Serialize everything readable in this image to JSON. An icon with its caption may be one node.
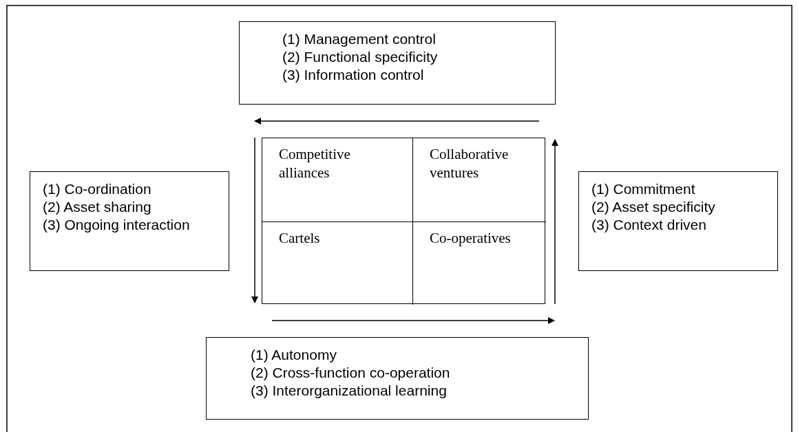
{
  "diagram": {
    "nodes": [
      {
        "text": [
          "(1)  Management control",
          "(2)  Functional specificity",
          "(3)  Information control"
        ]
      },
      {
        "text": [
          "(1) Co-ordination",
          "(2) Asset sharing",
          "(3) Ongoing interaction"
        ]
      },
      {
        "text": [],
        "shape": "box"
      },
      {
        "text": [
          "Competitive alliances"
        ],
        "in": 2
      },
      {
        "text": [
          "Collaborative ventures"
        ],
        "in": 2
      },
      {
        "text": [
          "Cartels"
        ],
        "in": 2
      },
      {
        "text": [
          "Co-operatives"
        ],
        "in": 2
      },
      {
        "text": [
          "(1) Commitment",
          "(2) Asset specificity",
          "(3) Context driven"
        ]
      },
      {
        "text": [
          "(1)  Autonomy",
          "(2)  Cross-function co-operation",
          "(3)  Interorganizational learning"
        ]
      }
    ]
  }
}
